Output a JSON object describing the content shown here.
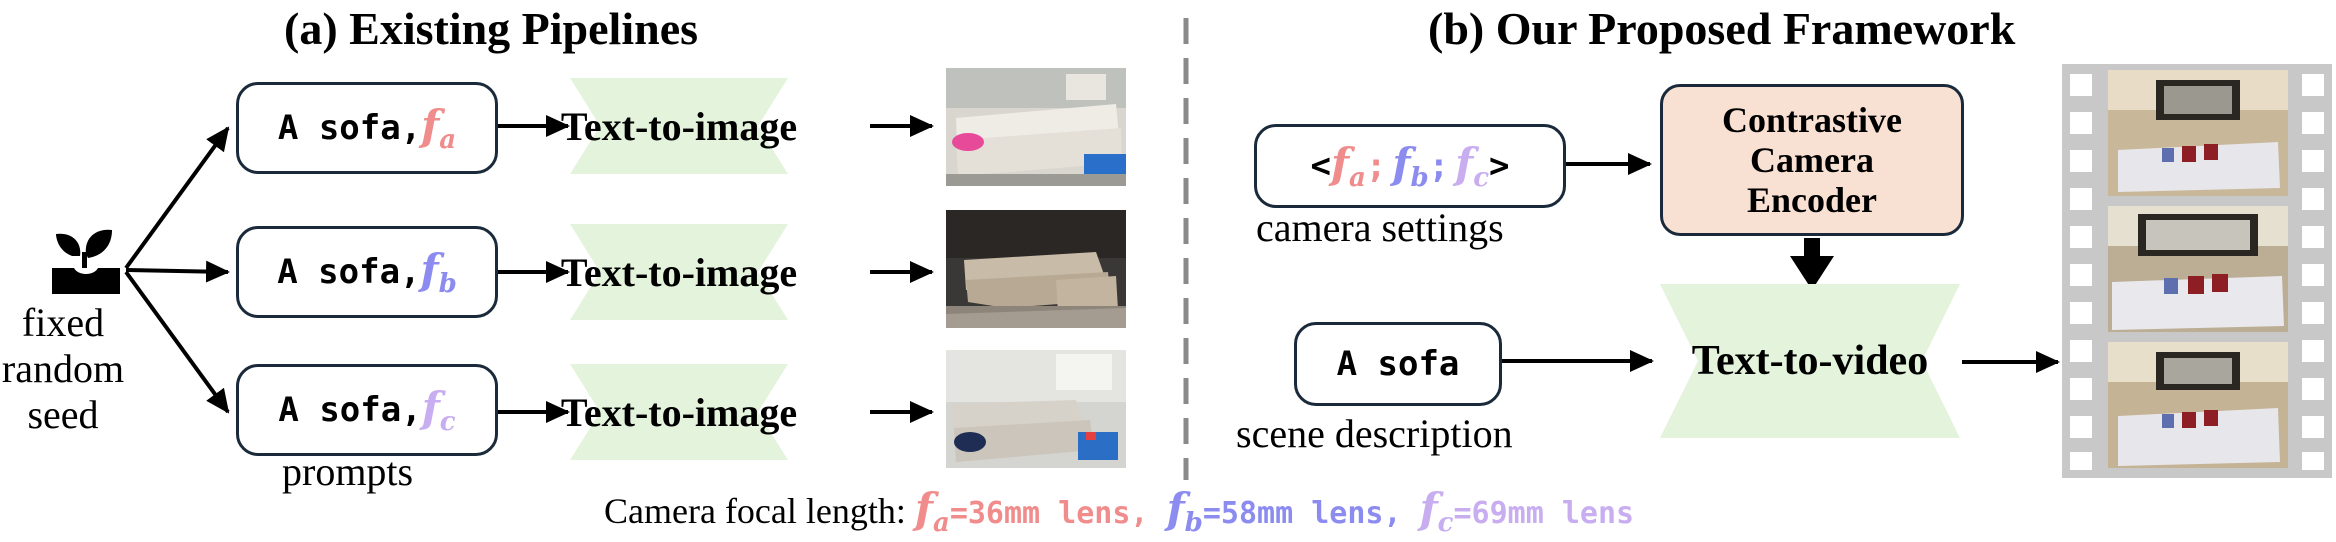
{
  "left_panel": {
    "title": "(a) Existing Pipelines",
    "seed_label": [
      "fixed",
      "random",
      "seed"
    ],
    "prompts_label": "prompts",
    "rows": [
      {
        "prompt_text": "A sofa, ",
        "focal_symbol": "f",
        "focal_sub": "a",
        "model_label": "Text-to-image"
      },
      {
        "prompt_text": "A sofa, ",
        "focal_symbol": "f",
        "focal_sub": "b",
        "model_label": "Text-to-image"
      },
      {
        "prompt_text": "A sofa, ",
        "focal_symbol": "f",
        "focal_sub": "c",
        "model_label": "Text-to-image"
      }
    ]
  },
  "right_panel": {
    "title": "(b) Our Proposed Framework",
    "camera_settings": {
      "open": "<",
      "items": [
        {
          "symbol": "f",
          "sub": "a",
          "sep": ";"
        },
        {
          "symbol": "f",
          "sub": "b",
          "sep": ";"
        },
        {
          "symbol": "f",
          "sub": "c",
          "sep": ""
        }
      ],
      "close": ">",
      "label": "camera settings"
    },
    "encoder_lines": [
      "Contrastive",
      "Camera",
      "Encoder"
    ],
    "scene_prompt": "A sofa",
    "scene_label": "scene description",
    "model_label": "Text-to-video"
  },
  "legend": {
    "prefix": "Camera focal length: ",
    "items": [
      {
        "symbol": "f",
        "sub": "a",
        "text": "=36mm lens, "
      },
      {
        "symbol": "f",
        "sub": "b",
        "text": "=58mm lens, "
      },
      {
        "symbol": "f",
        "sub": "c",
        "text": "=69mm lens"
      }
    ]
  },
  "colors": {
    "fa": "#f08c8c",
    "fb": "#8c8cf0",
    "fc": "#c8aef0",
    "bowtie_fill": "#e3f3dc",
    "encoder_fill": "#f8e1d3",
    "divider": "#8a8a8a",
    "film_strip": "#c8c8c8"
  },
  "icons": [
    "seedling-icon",
    "arrow-icon",
    "film-strip-icon"
  ]
}
